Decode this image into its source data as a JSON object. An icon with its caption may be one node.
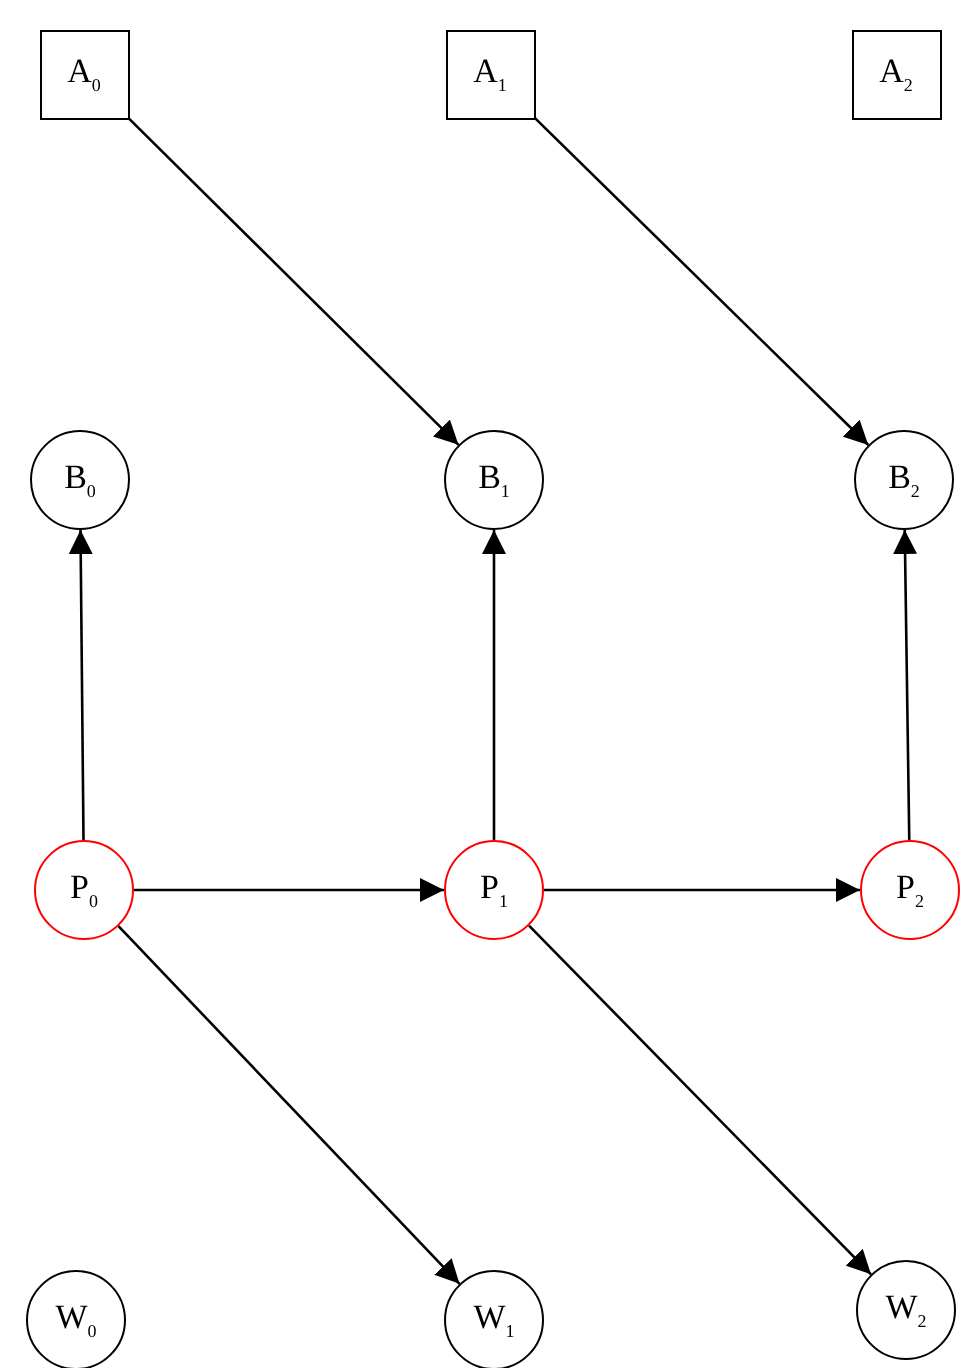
{
  "diagram": {
    "nodes": [
      {
        "text": [
          "A$_{0}$"
        ]
      },
      {
        "text": [
          "A$_{1}$"
        ]
      },
      {
        "text": [
          "A$_{2}$"
        ]
      },
      {
        "text": [
          "B$_{0}$"
        ]
      },
      {
        "text": [
          "B$_{1}$"
        ]
      },
      {
        "text": [
          "B$_{2}$"
        ]
      },
      {
        "text": [
          "P$_{0}$"
        ]
      },
      {
        "text": [
          "P$_{1}$"
        ]
      },
      {
        "text": [
          "P$_{2}$"
        ]
      },
      {
        "text": [
          "W$_{0}$"
        ]
      },
      {
        "text": [
          "W$_{1}$"
        ]
      },
      {
        "text": [
          "W$_{2}$"
        ]
      }
    ],
    "edges": [
      {
        "from": 0,
        "to": 4,
        "arrow": "to"
      },
      {
        "from": 1,
        "to": 5,
        "arrow": "to"
      },
      {
        "from": 6,
        "to": 3,
        "arrow": "to"
      },
      {
        "from": 7,
        "to": 4,
        "arrow": "to"
      },
      {
        "from": 8,
        "to": 5,
        "arrow": "to"
      },
      {
        "from": 6,
        "to": 7,
        "arrow": "to"
      },
      {
        "from": 7,
        "to": 8,
        "arrow": "to"
      },
      {
        "from": 6,
        "to": 10,
        "arrow": "to"
      },
      {
        "from": 7,
        "to": 11,
        "arrow": "to"
      }
    ]
  }
}
